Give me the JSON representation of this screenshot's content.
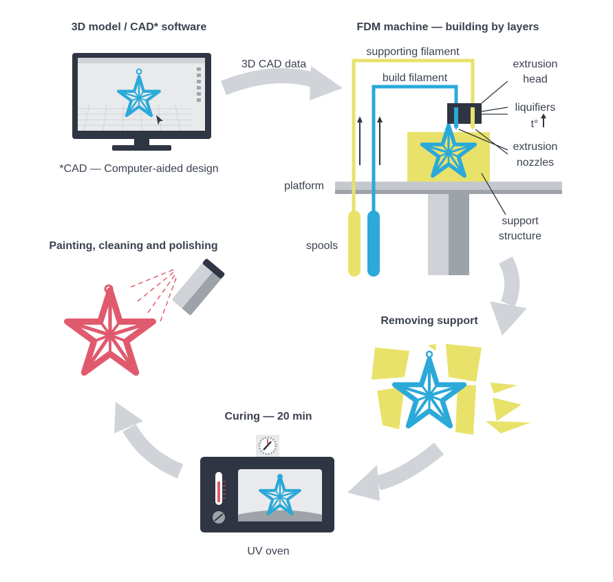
{
  "steps": {
    "cad": {
      "title": "3D model / CAD* software",
      "footnote": "*CAD — Computer-aided design"
    },
    "fdm": {
      "title": "FDM machine — building by layers"
    },
    "removing": {
      "title": "Removing support"
    },
    "curing": {
      "title": "Curing — 20 min",
      "device_label": "UV oven"
    },
    "painting": {
      "title": "Painting, cleaning and polishing"
    }
  },
  "arrows": {
    "cad_to_fdm": "3D CAD data"
  },
  "fdm_labels": {
    "supporting_filament": "supporting filament",
    "build_filament": "build filament",
    "extrusion_head_line1": "extrusion",
    "extrusion_head_line2": "head",
    "liquifiers": "liquifiers",
    "temperature": "t°",
    "extrusion_nozzles_line1": "extrusion",
    "extrusion_nozzles_line2": "nozzles",
    "platform": "platform",
    "spools": "spools",
    "support_structure_line1": "support",
    "support_structure_line2": "structure"
  },
  "colors": {
    "text": "#3a4150",
    "dark": "#2f3542",
    "gray_arrow": "#d0d3d8",
    "gray_light": "#cfd2d6",
    "gray_mid": "#9ea3aa",
    "blue": "#2ba9d9",
    "yellow": "#e8e26b",
    "yellow_stroke": "#e3dc4a",
    "red": "#e05a6e",
    "screen": "#e9eaec"
  }
}
